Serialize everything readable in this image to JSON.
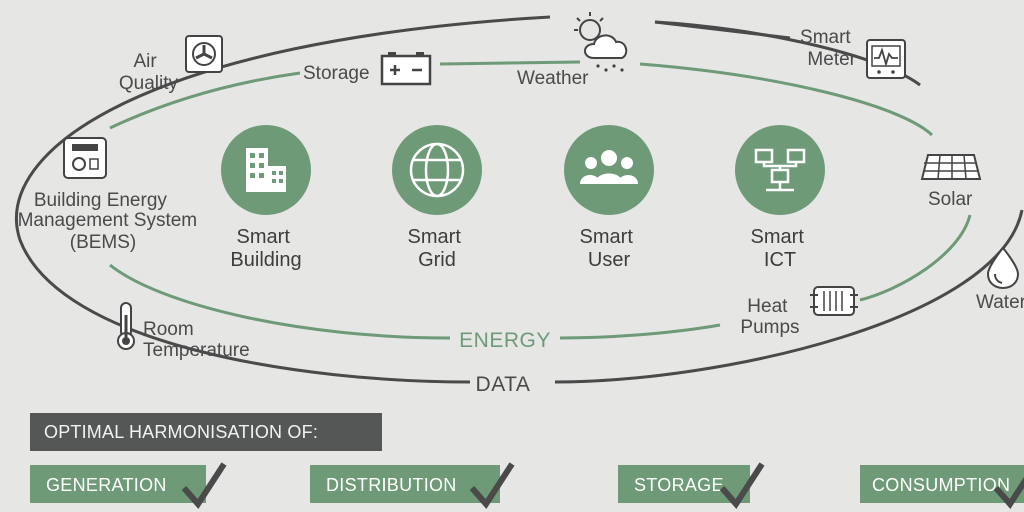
{
  "ring_labels": {
    "energy": "ENERGY",
    "data": "DATA"
  },
  "peripheral": {
    "air_quality": [
      "Air",
      "Quality"
    ],
    "storage": "Storage",
    "weather": "Weather",
    "smart_meter": [
      "Smart",
      "Meter"
    ],
    "bems": [
      "Building Energy",
      "Management System",
      "(BEMS)"
    ],
    "solar": "Solar",
    "water": "Water",
    "heat_pumps": [
      "Heat",
      "Pumps"
    ],
    "room_temperature": [
      "Room",
      "Temperature"
    ]
  },
  "center_items": [
    {
      "lines": [
        "Smart",
        "Building"
      ],
      "icon": "building-icon"
    },
    {
      "lines": [
        "Smart",
        "Grid"
      ],
      "icon": "globe-icon"
    },
    {
      "lines": [
        "Smart",
        "User"
      ],
      "icon": "users-icon"
    },
    {
      "lines": [
        "Smart",
        "ICT"
      ],
      "icon": "network-icon"
    }
  ],
  "footer": {
    "banner": "OPTIMAL HARMONISATION OF:",
    "items": [
      "GENERATION",
      "DISTRIBUTION",
      "STORAGE",
      "CONSUMPTION"
    ]
  },
  "colors": {
    "background": "#e6e6e4",
    "green": "#6e9a78",
    "green_line": "#6e9a78",
    "dark_line": "#4a4a4a",
    "banner": "#555757"
  }
}
